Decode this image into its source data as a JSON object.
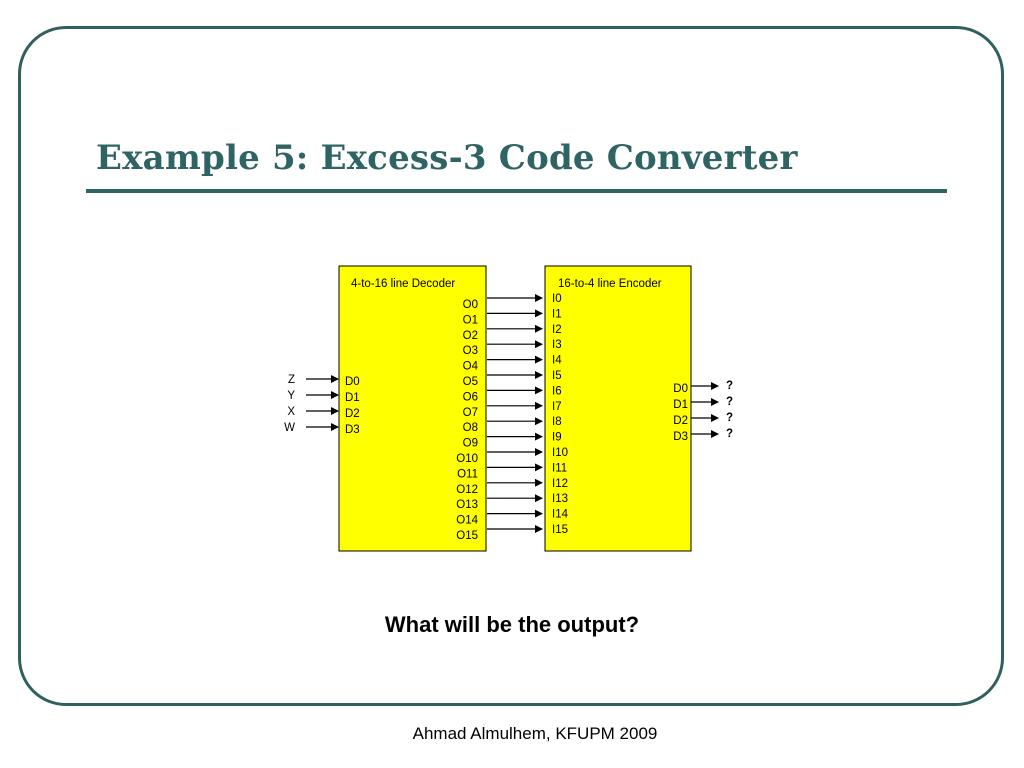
{
  "slide": {
    "title": "Example 5: Excess-3 Code Converter",
    "question": "What will be the output?",
    "footer": "Ahmad Almulhem, KFUPM 2009"
  },
  "colors": {
    "title": "#2f6464",
    "frame": "#2f5f5f",
    "block_fill": "#ffff00",
    "unknown_output": "#ff0000"
  },
  "decoder": {
    "title": "4-to-16 line Decoder",
    "inputs": [
      "D0",
      "D1",
      "D2",
      "D3"
    ],
    "outputs": [
      "O0",
      "O1",
      "O2",
      "O3",
      "O4",
      "O5",
      "O6",
      "O7",
      "O8",
      "O9",
      "O10",
      "O11",
      "O12",
      "O13",
      "O14",
      "O15"
    ]
  },
  "encoder": {
    "title": "16-to-4 line Encoder",
    "inputs": [
      "I0",
      "I1",
      "I2",
      "I3",
      "I4",
      "I5",
      "I6",
      "I7",
      "I8",
      "I9",
      "I10",
      "I11",
      "I12",
      "I13",
      "I14",
      "I15"
    ],
    "outputs": [
      "D0",
      "D1",
      "D2",
      "D3"
    ]
  },
  "input_signals": [
    "Z",
    "Y",
    "X",
    "W"
  ],
  "output_values": [
    "?",
    "?",
    "?",
    "?"
  ]
}
